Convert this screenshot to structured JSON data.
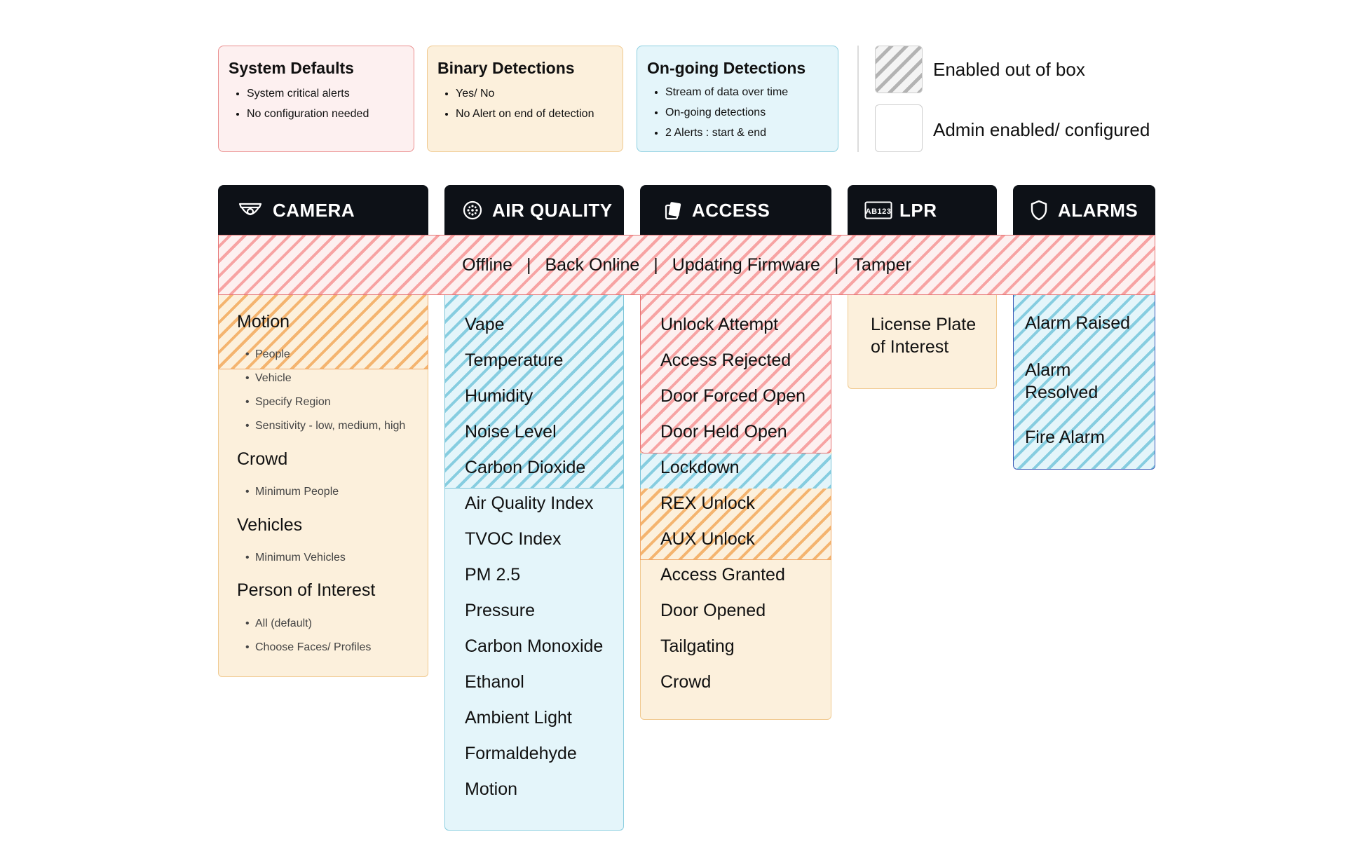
{
  "legend": {
    "system_defaults": {
      "title": "System Defaults",
      "items": [
        "System critical alerts",
        "No configuration needed"
      ]
    },
    "binary_detections": {
      "title": "Binary Detections",
      "items": [
        "Yes/ No",
        "No Alert on end of detection"
      ]
    },
    "ongoing_detections": {
      "title": "On-going Detections",
      "items": [
        "Stream of data over time",
        "On-going detections",
        "2 Alerts : start & end"
      ]
    },
    "key": {
      "enabled_label": "Enabled out of box",
      "admin_label": "Admin enabled/ configured"
    }
  },
  "categories": {
    "camera": "CAMERA",
    "air_quality": "AIR QUALITY",
    "access": "ACCESS",
    "lpr": "LPR",
    "lpr_icon_text": "AB123",
    "alarms": "ALARMS"
  },
  "system_band": {
    "items": [
      "Offline",
      "Back Online",
      "Updating Firmware",
      "Tamper"
    ],
    "separator": "|"
  },
  "camera": {
    "motion": {
      "label": "Motion",
      "subs": [
        "People",
        "Vehicle",
        "Specify Region",
        "Sensitivity - low, medium, high"
      ]
    },
    "crowd": {
      "label": "Crowd",
      "subs": [
        "Minimum People"
      ]
    },
    "vehicles": {
      "label": "Vehicles",
      "subs": [
        "Minimum Vehicles"
      ]
    },
    "person_of_interest": {
      "label": "Person of Interest",
      "subs": [
        "All (default)",
        "Choose Faces/ Profiles"
      ]
    }
  },
  "air_quality": {
    "items": [
      "Vape",
      "Temperature",
      "Humidity",
      "Noise Level",
      "Carbon Dioxide",
      "Air Quality Index",
      "TVOC Index",
      "PM 2.5",
      "Pressure",
      "Carbon Monoxide",
      "Ethanol",
      "Ambient Light",
      "Formaldehyde",
      "Motion"
    ]
  },
  "access": {
    "items": [
      "Unlock Attempt",
      "Access Rejected",
      "Door Forced Open",
      "Door Held Open",
      "Lockdown",
      "REX Unlock",
      "AUX Unlock",
      "Access Granted",
      "Door Opened",
      "Tailgating",
      "Crowd"
    ]
  },
  "lpr": {
    "items": [
      "License Plate of Interest"
    ]
  },
  "alarms": {
    "items": [
      "Alarm Raised",
      "Alarm Resolved",
      "Fire Alarm"
    ]
  },
  "colors": {
    "system_red": "#fdf0f0",
    "binary_orange": "#fcf0dc",
    "ongoing_blue": "#e4f5fa",
    "header_black": "#0d1117"
  }
}
